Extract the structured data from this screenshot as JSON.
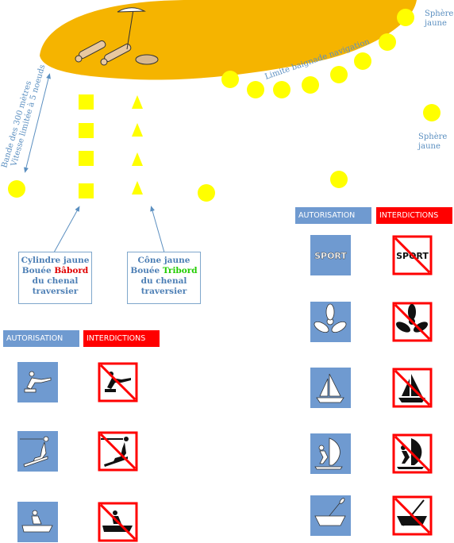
{
  "labels": {
    "sphere_1": "Sphère\njaune",
    "sphere_2": "Sphère\njaune",
    "limit_line": "Limite baignade navigation",
    "band_line1": "Bande des 300 mètres",
    "band_line2": "Vitesse limitée à 5 noeuds"
  },
  "callouts": {
    "left": {
      "title": "Cylindre jaune",
      "prefix": "Bouée ",
      "highlight": "Bâbord",
      "rest": "du chenal traversier"
    },
    "right": {
      "title": "Cône jaune",
      "prefix": "Bouée ",
      "highlight": "Tribord",
      "rest": "du chenal traversier"
    }
  },
  "headers": {
    "left_auth": "AUTORISATION",
    "left_forb": "INTERDICTIONS",
    "right_auth": "AUTORISATION",
    "right_forb": "INTERDICTIONS"
  },
  "sport_text": "SPORT",
  "colors": {
    "buoy_yellow": "#ffff00",
    "shore_orange": "#f5b400",
    "auth_blue": "#6f9ad0",
    "forbid_red": "#ff0000",
    "text_blue": "#5b8fc0"
  },
  "icons": [
    "diving-icon",
    "water-ski-icon",
    "jet-ski-icon",
    "sport-icon",
    "propeller-icon",
    "sailboat-icon",
    "windsurf-icon",
    "rowboat-icon"
  ]
}
